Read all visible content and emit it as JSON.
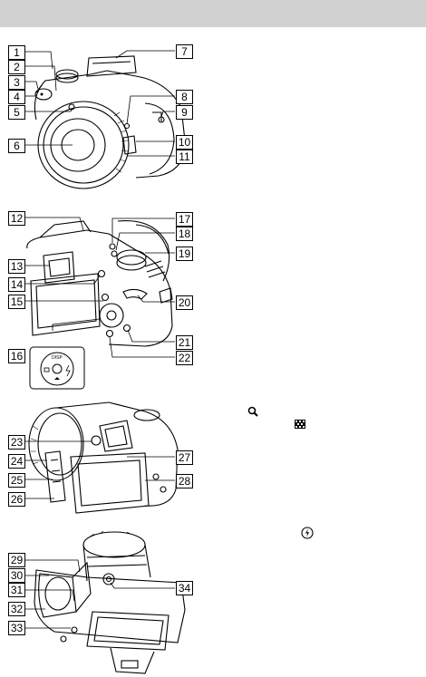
{
  "callouts": {
    "front": [
      "1",
      "2",
      "3",
      "4",
      "5",
      "6",
      "7",
      "8",
      "9",
      "10",
      "11"
    ],
    "back": [
      "12",
      "13",
      "14",
      "15",
      "16",
      "17",
      "18",
      "19",
      "20",
      "21",
      "22"
    ],
    "side": [
      "23",
      "24",
      "25",
      "26",
      "27",
      "28"
    ],
    "bottom": [
      "29",
      "30",
      "31",
      "32",
      "33",
      "34"
    ]
  },
  "dial_labels": {
    "top": "DISP"
  },
  "icons": [
    "zoom-magnifier-icon",
    "index-grid-icon",
    "flash-icon"
  ]
}
